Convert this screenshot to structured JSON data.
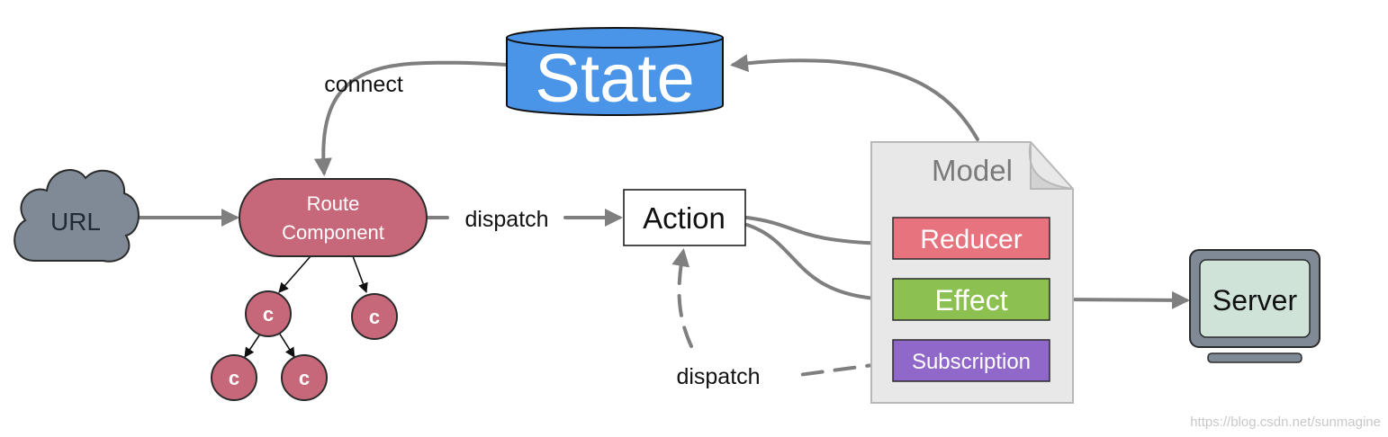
{
  "nodes": {
    "state": "State",
    "url": "URL",
    "route_line1": "Route",
    "route_line2": "Component",
    "action": "Action",
    "model": "Model",
    "reducer": "Reducer",
    "effect": "Effect",
    "subscription": "Subscription",
    "server": "Server",
    "component_label": "c"
  },
  "edges": {
    "connect": "connect",
    "dispatch_route": "dispatch",
    "dispatch_subscription": "dispatch"
  },
  "watermark": "https://blog.csdn.net/sunmagine",
  "colors": {
    "state": "#4a95e8",
    "route": "#c7687a",
    "reducer": "#e6737e",
    "effect": "#8cc152",
    "subscription": "#9068c9",
    "url_cloud": "#7f8a96",
    "server_screen": "#cfe3d8",
    "model_page": "#e8e8e8",
    "arrow": "#7f7f7f"
  }
}
